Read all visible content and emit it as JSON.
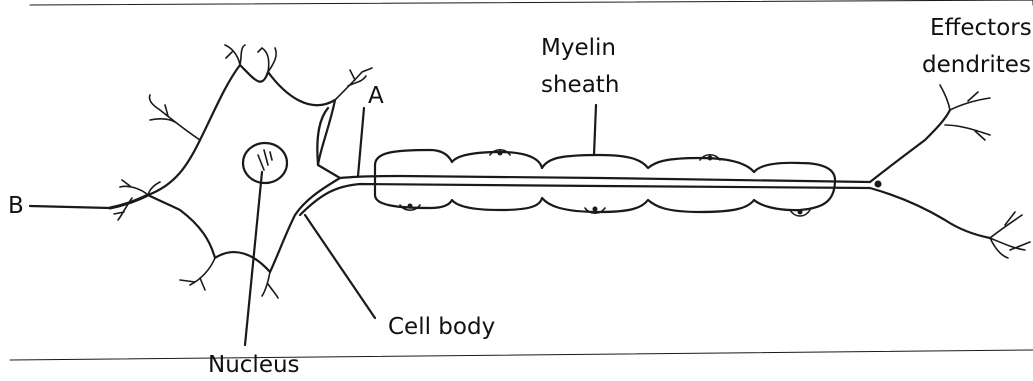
{
  "diagram": {
    "labels": {
      "a": "A",
      "b": "B",
      "myelin_line1": "Myelin",
      "myelin_line2": "sheath",
      "effectors_line1": "Effectors",
      "effectors_line2": "dendrites",
      "cell_body": "Cell body",
      "nucleus": "Nucleus"
    },
    "ink_color": "#1a1a1a",
    "background": "#ffffff"
  }
}
